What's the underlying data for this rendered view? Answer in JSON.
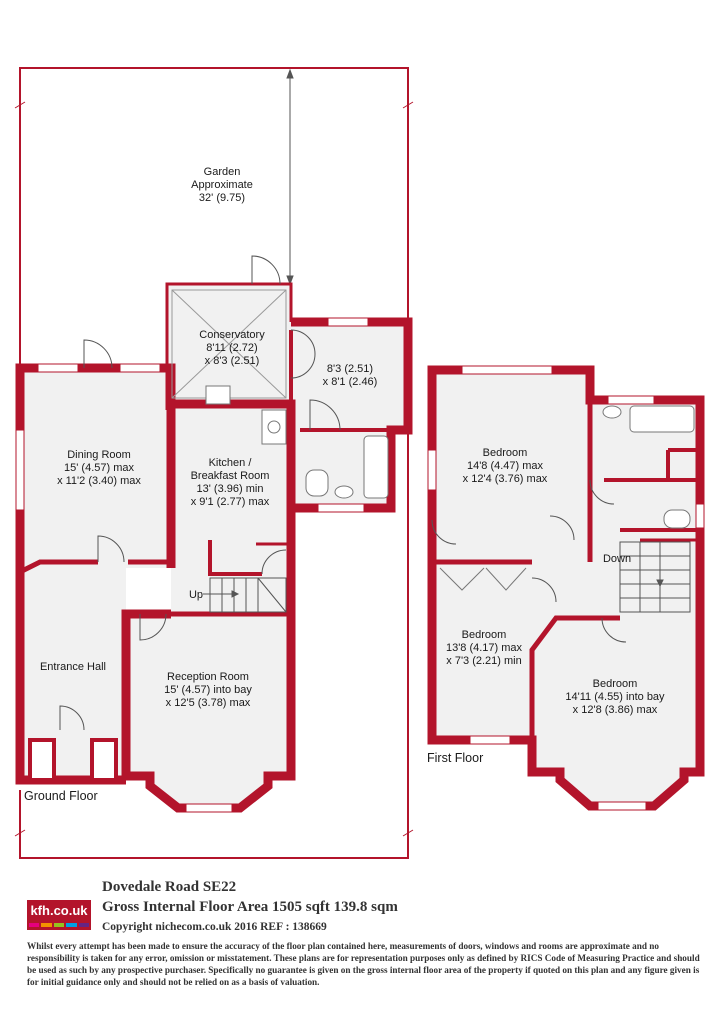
{
  "rooms": {
    "garden": {
      "name": "Garden",
      "sub": "Approximate",
      "dim": "32' (9.75)"
    },
    "conservatory": {
      "name": "Conservatory",
      "dim1": "8'11 (2.72)",
      "dim2": "x 8'3 (2.51)"
    },
    "store": {
      "dim1": "8'3 (2.51)",
      "dim2": "x 8'1 (2.46)"
    },
    "dining": {
      "name": "Dining Room",
      "dim1": "15' (4.57) max",
      "dim2": "x 11'2 (3.40) max"
    },
    "kitchen": {
      "name1": "Kitchen /",
      "name2": "Breakfast Room",
      "dim1": "13' (3.96) min",
      "dim2": "x 9'1 (2.77) max"
    },
    "entrance": {
      "name": "Entrance Hall"
    },
    "reception": {
      "name": "Reception Room",
      "dim1": "15' (4.57) into bay",
      "dim2": "x 12'5 (3.78) max"
    },
    "bed1": {
      "name": "Bedroom",
      "dim1": "14'8 (4.47) max",
      "dim2": "x 12'4 (3.76) max"
    },
    "bed2": {
      "name": "Bedroom",
      "dim1": "13'8 (4.17) max",
      "dim2": "x 7'3 (2.21) min"
    },
    "bed3": {
      "name": "Bedroom",
      "dim1": "14'11 (4.55) into bay",
      "dim2": "x 12'8 (3.86) max"
    }
  },
  "stairs": {
    "up": "Up",
    "down": "Down"
  },
  "floors": {
    "ground": "Ground Floor",
    "first": "First Floor"
  },
  "footer": {
    "logo": "kfh.co.uk",
    "address": "Dovedale Road  SE22",
    "gia": "Gross Internal Floor Area 1505 sqft 139.8 sqm",
    "copyright": "Copyright nichecom.co.uk 2016 REF : 138669",
    "disclaimer": "Whilst every attempt has been made to ensure the accuracy of the floor plan contained here, measurements of doors, windows and rooms are approximate and no responsibility is taken for any error, omission or misstatement.  These plans are for representation purposes only as defined by RICS Code of Measuring Practice and should be used as such by any prospective purchaser.  Specifically no guarantee is given on the gross internal floor area of the property if quoted on this plan and any figure given is for initial guidance only and should not be relied on as a basis of valuation."
  },
  "colors": {
    "wall": "#b3142b",
    "floor": "#f1f1f1",
    "logo_stripes": [
      "#e6007e",
      "#f39200",
      "#95c11f",
      "#009fe3",
      "#662483"
    ]
  }
}
